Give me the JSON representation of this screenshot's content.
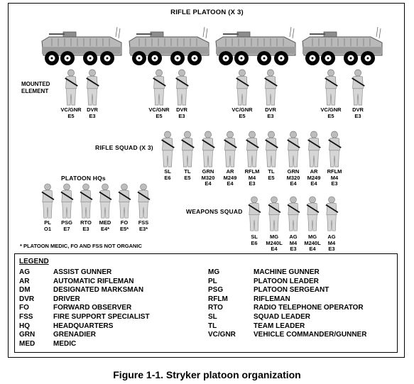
{
  "title": "RIFLE PLATOON (X 3)",
  "mounted_label": "MOUNTED\nELEMENT",
  "vehicle_crews": [
    [
      "VC/GNR\nE5",
      "DVR\nE3"
    ],
    [
      "VC/GNR\nE5",
      "DVR\nE3"
    ],
    [
      "VC/GNR\nE5",
      "DVR\nE3"
    ],
    [
      "VC/GNR\nE5",
      "DVR\nE3"
    ]
  ],
  "rifle_squad": {
    "title": "RIFLE SQUAD (X 3)",
    "members": [
      "SL\nE6",
      "TL\nE5",
      "GRN\nM320\nE4",
      "AR\nM249\nE4",
      "RFLM\nM4\nE3",
      "TL\nE5",
      "GRN\nM320\nE4",
      "AR\nM249\nE4",
      "RFLM\nM4\nE3"
    ]
  },
  "platoon_hq": {
    "title": "PLATOON HQs",
    "members": [
      "PL\nO1",
      "PSG\nE7",
      "RTO\nE3",
      "MED\nE4*",
      "FO\nE5*",
      "FSS\nE3*"
    ]
  },
  "weapons_squad": {
    "title": "WEAPONS SQUAD",
    "members": [
      "SL\nE6",
      "MG\nM240L\nE4",
      "AG\nM4\nE3",
      "MG\nM240L\nE4",
      "AG\nM4\nE3"
    ]
  },
  "note": "* PLATOON MEDIC, FO AND FSS NOT ORGANIC",
  "legend": {
    "title": "LEGEND",
    "left": [
      {
        "abbr": "AG",
        "term": "ASSIST GUNNER"
      },
      {
        "abbr": "AR",
        "term": "AUTOMATIC RIFLEMAN"
      },
      {
        "abbr": "DM",
        "term": "DESIGNATED MARKSMAN"
      },
      {
        "abbr": "DVR",
        "term": "DRIVER"
      },
      {
        "abbr": "FO",
        "term": "FORWARD OBSERVER"
      },
      {
        "abbr": "FSS",
        "term": "FIRE SUPPORT SPECIALIST"
      },
      {
        "abbr": "HQ",
        "term": "HEADQUARTERS"
      },
      {
        "abbr": "GRN",
        "term": "GRENADIER"
      },
      {
        "abbr": "MED",
        "term": "MEDIC"
      }
    ],
    "right": [
      {
        "abbr": "MG",
        "term": "MACHINE GUNNER"
      },
      {
        "abbr": "PL",
        "term": "PLATOON LEADER"
      },
      {
        "abbr": "PSG",
        "term": "PLATOON SERGEANT"
      },
      {
        "abbr": "RFLM",
        "term": "RIFLEMAN"
      },
      {
        "abbr": "RTO",
        "term": "RADIO TELEPHONE OPERATOR"
      },
      {
        "abbr": "SL",
        "term": "SQUAD LEADER"
      },
      {
        "abbr": "TL",
        "term": "TEAM LEADER"
      },
      {
        "abbr": "VC/GNR",
        "term": "VEHICLE COMMANDER/GUNNER"
      }
    ]
  },
  "caption": "Figure 1-1. Stryker platoon organization"
}
